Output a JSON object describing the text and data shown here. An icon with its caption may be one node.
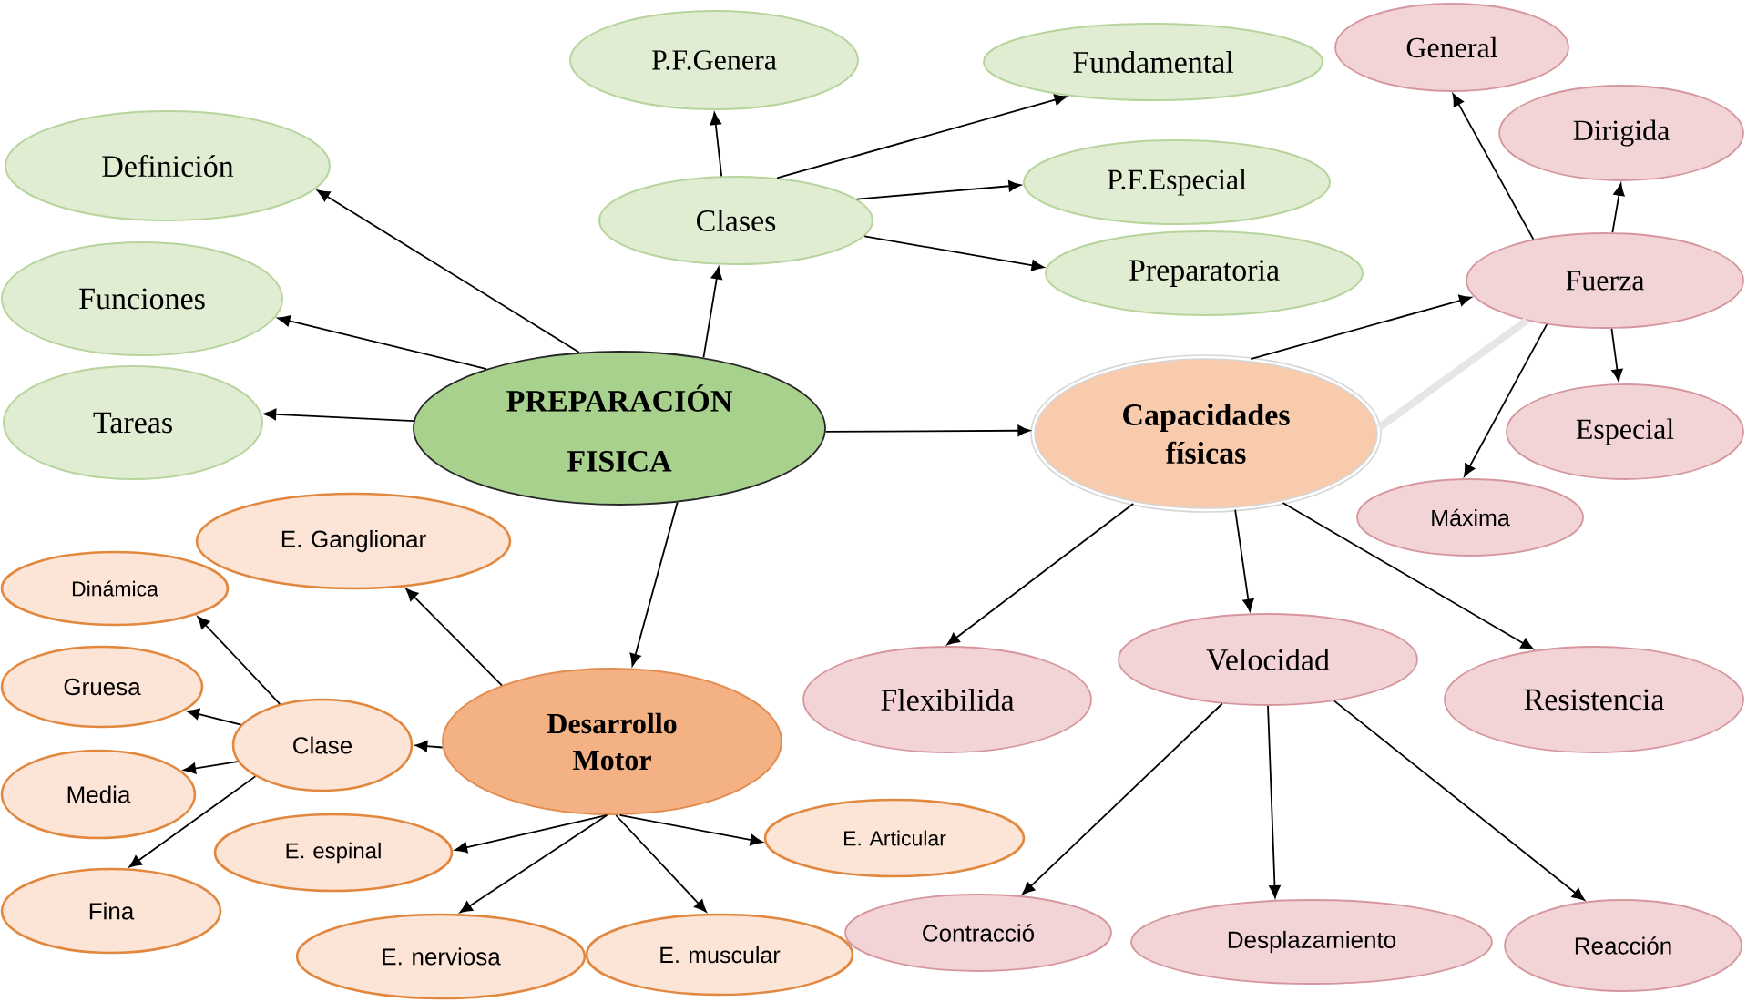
{
  "diagram": {
    "nodes": [
      {
        "text": [
          "PREPARACIÓN FISICA"
        ]
      },
      {
        "text": [
          "Definición"
        ]
      },
      {
        "text": [
          "Funciones"
        ]
      },
      {
        "text": [
          "Tareas"
        ]
      },
      {
        "text": [
          "P.F.Genera"
        ]
      },
      {
        "text": [
          "Clases"
        ]
      },
      {
        "text": [
          "Fundamental"
        ]
      },
      {
        "text": [
          "P.F.Especial"
        ]
      },
      {
        "text": [
          "Preparatoria"
        ]
      },
      {
        "text": [
          "Capacidades físicas"
        ]
      },
      {
        "text": [
          "General"
        ]
      },
      {
        "text": [
          "Dirigida"
        ]
      },
      {
        "text": [
          "Fuerza"
        ]
      },
      {
        "text": [
          "Especial"
        ]
      },
      {
        "text": [
          "Máxima"
        ]
      },
      {
        "text": [
          "Flexibilida"
        ]
      },
      {
        "text": [
          "Velocidad"
        ]
      },
      {
        "text": [
          "Resistencia"
        ]
      },
      {
        "text": [
          "Contracció"
        ]
      },
      {
        "text": [
          "Desplazamiento"
        ]
      },
      {
        "text": [
          "Reacción"
        ]
      },
      {
        "text": [
          "E. Ganglionar"
        ]
      },
      {
        "text": [
          "Dinámica"
        ]
      },
      {
        "text": [
          "Gruesa"
        ]
      },
      {
        "text": [
          "Clase"
        ]
      },
      {
        "text": [
          "Media"
        ]
      },
      {
        "text": [
          "Fina"
        ]
      },
      {
        "text": [
          "Desarrollo Motor"
        ]
      },
      {
        "text": [
          "E. espinal"
        ]
      },
      {
        "text": [
          "E. Articular"
        ]
      },
      {
        "text": [
          "E. nerviosa"
        ]
      },
      {
        "text": [
          "E. muscular"
        ]
      }
    ],
    "edges": [
      {
        "from": 0,
        "to": 1,
        "arrow": "to"
      },
      {
        "from": 0,
        "to": 2,
        "arrow": "to"
      },
      {
        "from": 0,
        "to": 3,
        "arrow": "to"
      },
      {
        "from": 0,
        "to": 5,
        "arrow": "to"
      },
      {
        "from": 5,
        "to": 4,
        "arrow": "to"
      },
      {
        "from": 5,
        "to": 6,
        "arrow": "to"
      },
      {
        "from": 5,
        "to": 7,
        "arrow": "to"
      },
      {
        "from": 5,
        "to": 8,
        "arrow": "to"
      },
      {
        "from": 0,
        "to": 9,
        "arrow": "to"
      },
      {
        "from": 9,
        "to": 12,
        "arrow": "to"
      },
      {
        "from": 12,
        "to": 10,
        "arrow": "to"
      },
      {
        "from": 12,
        "to": 11,
        "arrow": "to"
      },
      {
        "from": 12,
        "to": 13,
        "arrow": "to"
      },
      {
        "from": 12,
        "to": 14,
        "arrow": "to"
      },
      {
        "from": 9,
        "to": 15,
        "arrow": "to"
      },
      {
        "from": 9,
        "to": 16,
        "arrow": "to"
      },
      {
        "from": 9,
        "to": 17,
        "arrow": "to"
      },
      {
        "from": 16,
        "to": 18,
        "arrow": "to"
      },
      {
        "from": 16,
        "to": 19,
        "arrow": "to"
      },
      {
        "from": 16,
        "to": 20,
        "arrow": "to"
      },
      {
        "from": 0,
        "to": 27,
        "arrow": "to"
      },
      {
        "from": 27,
        "to": 21,
        "arrow": "to"
      },
      {
        "from": 27,
        "to": 24,
        "arrow": "to"
      },
      {
        "from": 24,
        "to": 22,
        "arrow": "to"
      },
      {
        "from": 24,
        "to": 23,
        "arrow": "to"
      },
      {
        "from": 24,
        "to": 25,
        "arrow": "to"
      },
      {
        "from": 24,
        "to": 26,
        "arrow": "to"
      },
      {
        "from": 27,
        "to": 28,
        "arrow": "to"
      },
      {
        "from": 27,
        "to": 29,
        "arrow": "to"
      },
      {
        "from": 27,
        "to": 30,
        "arrow": "to"
      },
      {
        "from": 27,
        "to": 31,
        "arrow": "to"
      },
      {
        "from": 12,
        "to": 9,
        "arrow": "none",
        "style": "thick",
        "color": "#e6e6e6"
      }
    ]
  }
}
